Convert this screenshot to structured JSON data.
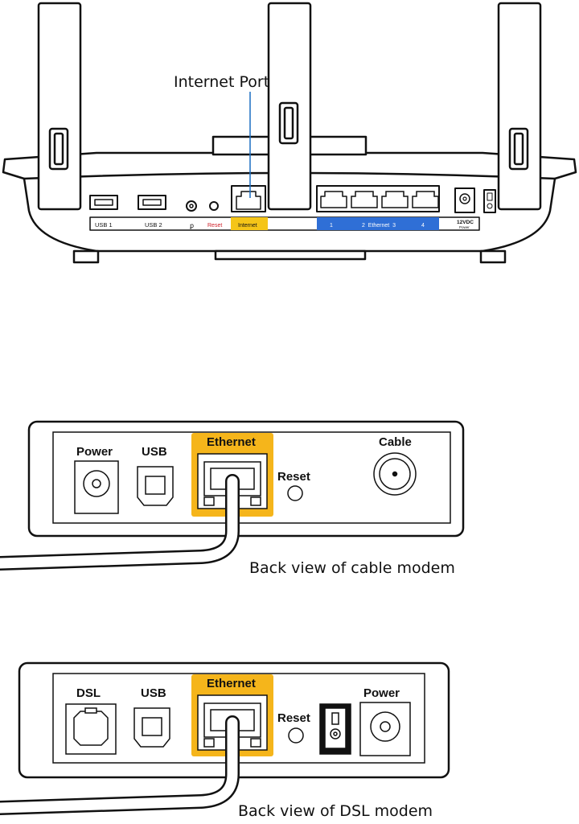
{
  "router": {
    "callout": "Internet Port",
    "ports": {
      "usb1": "USB 1",
      "usb2": "USB 2",
      "reset": "Reset",
      "internet": "Internet",
      "eth1": "1",
      "eth_mid": "2  Ethernet  3",
      "eth4": "4",
      "power_top": "12VDC",
      "power_bottom": "Power"
    }
  },
  "cable_modem": {
    "power": "Power",
    "usb": "USB",
    "ethernet": "Ethernet",
    "reset": "Reset",
    "cable": "Cable",
    "caption": "Back view of cable modem"
  },
  "dsl_modem": {
    "dsl": "DSL",
    "usb": "USB",
    "ethernet": "Ethernet",
    "reset": "Reset",
    "power": "Power",
    "caption": "Back view of DSL modem"
  },
  "colors": {
    "internet_highlight": "#f5c518",
    "ethernet_highlight": "#f5b51b",
    "ethernet_bar": "#2f6fd6",
    "reset_red": "#d0202a",
    "callout_line": "#1a6fc2"
  }
}
